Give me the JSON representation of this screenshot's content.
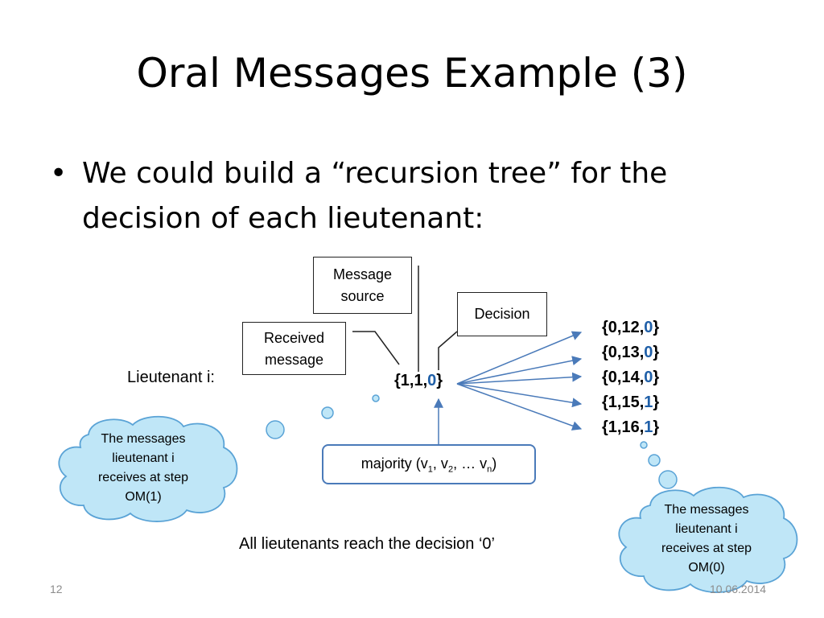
{
  "title": "Oral Messages Example (3)",
  "bullet": {
    "symbol": "•",
    "text": "We could build a “recursion tree” for the decision of each lieutenant:"
  },
  "callouts": {
    "message_source": [
      "Message",
      "source"
    ],
    "received_message": [
      "Received",
      "message"
    ],
    "decision": "Decision"
  },
  "lieutenant_label": "Lieutenant i:",
  "root_set": {
    "prefix": "{1,1,",
    "value": "0",
    "suffix": "}"
  },
  "leaf_sets": [
    {
      "prefix": "{0,12,",
      "value": "0",
      "suffix": "}"
    },
    {
      "prefix": "{0,13,",
      "value": "0",
      "suffix": "}"
    },
    {
      "prefix": "{0,14,",
      "value": "0",
      "suffix": "}"
    },
    {
      "prefix": "{1,15,",
      "value": "1",
      "suffix": "}"
    },
    {
      "prefix": "{1,16,",
      "value": "1",
      "suffix": "}"
    }
  ],
  "majority": {
    "prefix": "majority (v",
    "s1": "1",
    "mid1": ", v",
    "s2": "2",
    "mid2": ", … v",
    "sn": "n",
    "suffix": ")"
  },
  "cloud_om1": [
    "The messages",
    "lieutenant i",
    "receives at step",
    "OM(1)"
  ],
  "cloud_om0": [
    "The messages",
    "lieutenant i",
    "receives at step",
    "OM(0)"
  ],
  "conclusion": "All lieutenants reach the decision ‘0’",
  "page_number": "12",
  "date": "10.06.2014",
  "colors": {
    "arrow": "#4a7ab9",
    "cloud_fill": "#bfe6f7",
    "cloud_stroke": "#5aa3d6",
    "accent": "#1f5fa8"
  }
}
